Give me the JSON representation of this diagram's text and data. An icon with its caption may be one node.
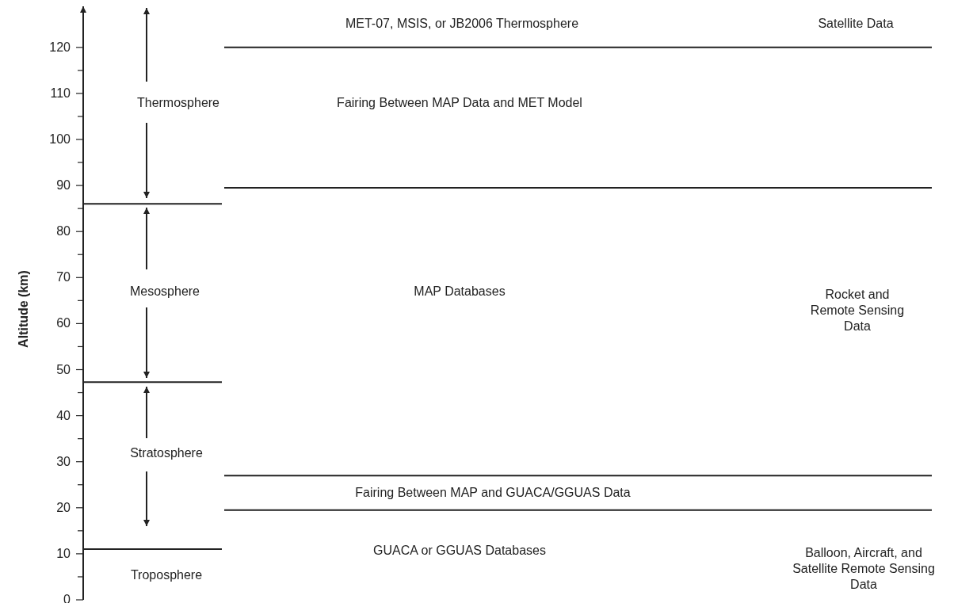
{
  "diagram": {
    "labels": [
      "MET-07, MSIS, or JB2006 Thermosphere",
      "Satellite Data",
      "120",
      "110",
      "Thermosphere",
      "Fairing Between MAP Data and MET Model",
      "100",
      "90",
      "80",
      "70",
      "Mesosphere",
      "MAP Databases",
      "Rocket and Remote Sensing Data",
      "60",
      "50",
      "40",
      "30",
      "Stratosphere",
      "Fairing Between MAP and GUACA/GGUAS Data",
      "20",
      "10",
      "GUACA or GGUAS Databases",
      "Balloon, Aircraft, and Satellite Remote Sensing Data",
      "Troposphere",
      "0",
      "Altitude (km)"
    ]
  }
}
